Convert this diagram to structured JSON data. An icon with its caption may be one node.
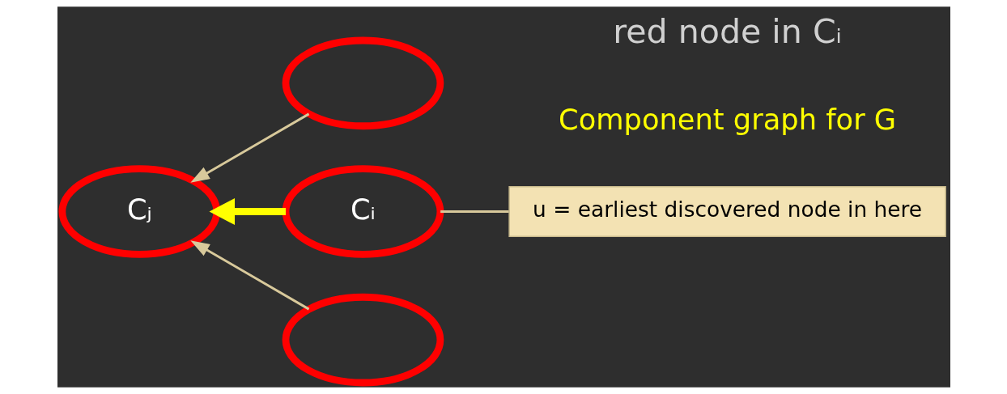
{
  "diagram": {
    "nodes": [
      {
        "text": [],
        "shape": "ellipse"
      },
      {
        "text": [
          "Cⱼ"
        ]
      },
      {
        "text": [
          "Cᵢ"
        ]
      },
      {
        "text": [],
        "shape": "ellipse"
      },
      {
        "text": [
          "u = earliest discovered node in here"
        ]
      }
    ],
    "edges": [
      {
        "from": 0,
        "to": 1,
        "arrow": "to"
      },
      {
        "from": 2,
        "to": 1,
        "arrow": "to",
        "style": "thick",
        "color": "#ffff00"
      },
      {
        "from": 3,
        "to": 1,
        "arrow": "to"
      },
      {
        "from": 4,
        "to": 2,
        "arrow": "none"
      }
    ],
    "labels": [
      "Component graph for G",
      "red node in Cᵢ"
    ]
  }
}
